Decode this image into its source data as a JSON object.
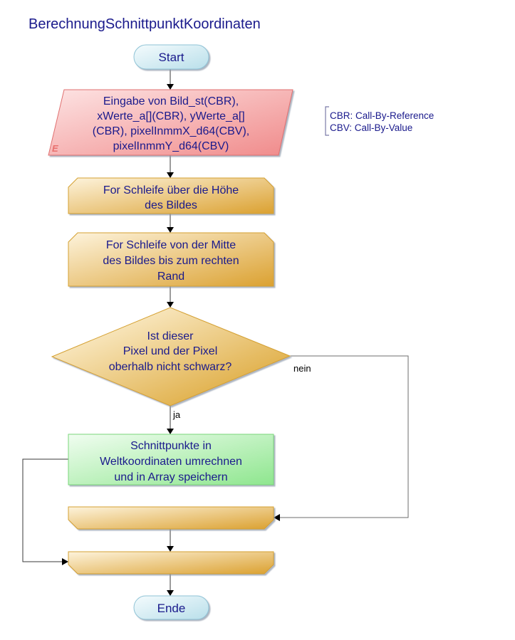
{
  "diagram": {
    "title": "BerechnungSchnittpunktKoordinaten",
    "colors": {
      "text": "#1a1a8c",
      "terminal_fill": "#d6eef5",
      "terminal_stroke": "#8fc3d6",
      "io_fill": "#f59a9a",
      "io_stroke": "#e07070",
      "loop_fill": "#e8b54a",
      "loop_stroke": "#d4a030",
      "process_fill": "#a8eea8",
      "process_stroke": "#7ad67a"
    },
    "nodes": {
      "start": {
        "label": "Start"
      },
      "input": {
        "marker": "E",
        "lines": [
          "Eingabe von Bild_st(CBR),",
          "xWerte_a[](CBR), yWerte_a[]",
          "(CBR), pixelInmmX_d64(CBV),",
          "pixelInmmY_d64(CBV)"
        ]
      },
      "loop_outer": {
        "lines": [
          "For Schleife über die Höhe",
          "des Bildes"
        ]
      },
      "loop_inner": {
        "lines": [
          "For Schleife von der Mitte",
          "des Bildes bis zum rechten",
          "Rand"
        ]
      },
      "decision": {
        "lines": [
          "Ist dieser",
          "Pixel und der Pixel",
          "oberhalb nicht schwarz?"
        ]
      },
      "process": {
        "lines": [
          "Schnittpunkte in",
          "Weltkoordinaten umrechnen",
          "und in Array speichern"
        ]
      },
      "loop_inner_end": {
        "label": ""
      },
      "loop_outer_end": {
        "label": ""
      },
      "end": {
        "label": "Ende"
      }
    },
    "edge_labels": {
      "yes": "ja",
      "no": "nein"
    },
    "note": {
      "lines": [
        "CBR: Call-By-Reference",
        "CBV: Call-By-Value"
      ]
    }
  }
}
